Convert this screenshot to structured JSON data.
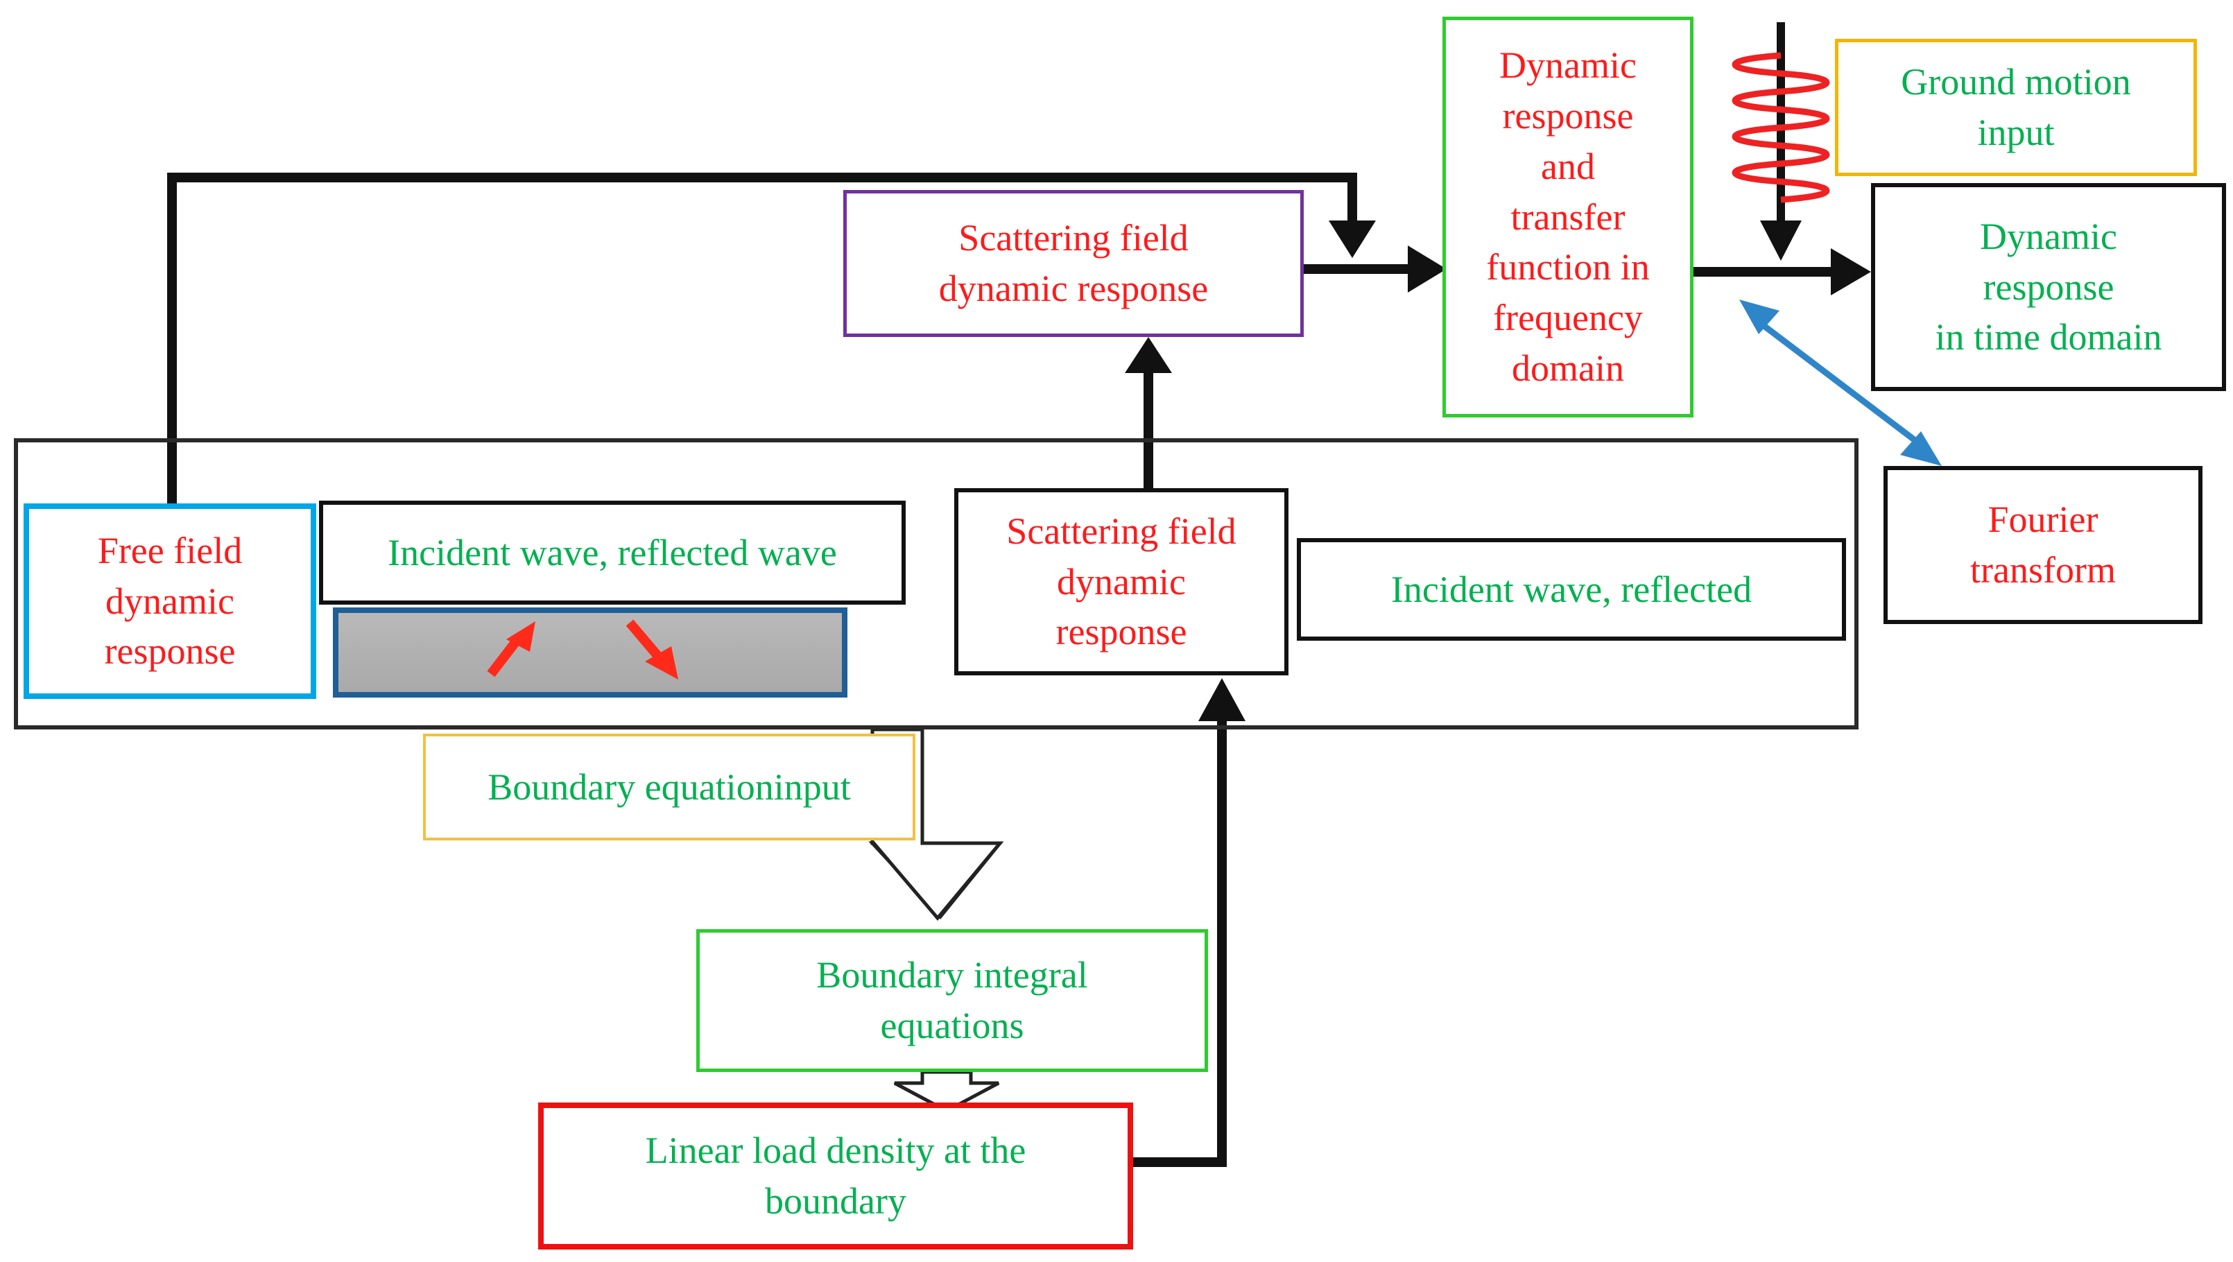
{
  "nodes": {
    "free_field": "Free field\ndynamic\nresponse",
    "incident_left": "Incident wave, reflected wave",
    "scatter_inner": "Scattering field\ndynamic\nresponse",
    "incident_right": "Incident wave, reflected",
    "scatter_top": "Scattering field\ndynamic response",
    "dyn_freq": "Dynamic\nresponse\nand\ntransfer\nfunction in\nfrequency\ndomain",
    "ground_motion": "Ground motion\ninput",
    "dyn_time": "Dynamic\nresponse\nin time domain",
    "fourier": "Fourier\ntransform",
    "boundary_input": "Boundary equationinput",
    "bie": "Boundary integral\nequations",
    "linear_load": "Linear load density at the\nboundary"
  },
  "colors": {
    "text_red": "#ff1a1a",
    "text_green": "#00b050",
    "arrow_black": "#111111",
    "arrow_blue": "#2e86c9",
    "ground_wave": "#ee2222",
    "wave_arrows": "#ff2a1a"
  }
}
